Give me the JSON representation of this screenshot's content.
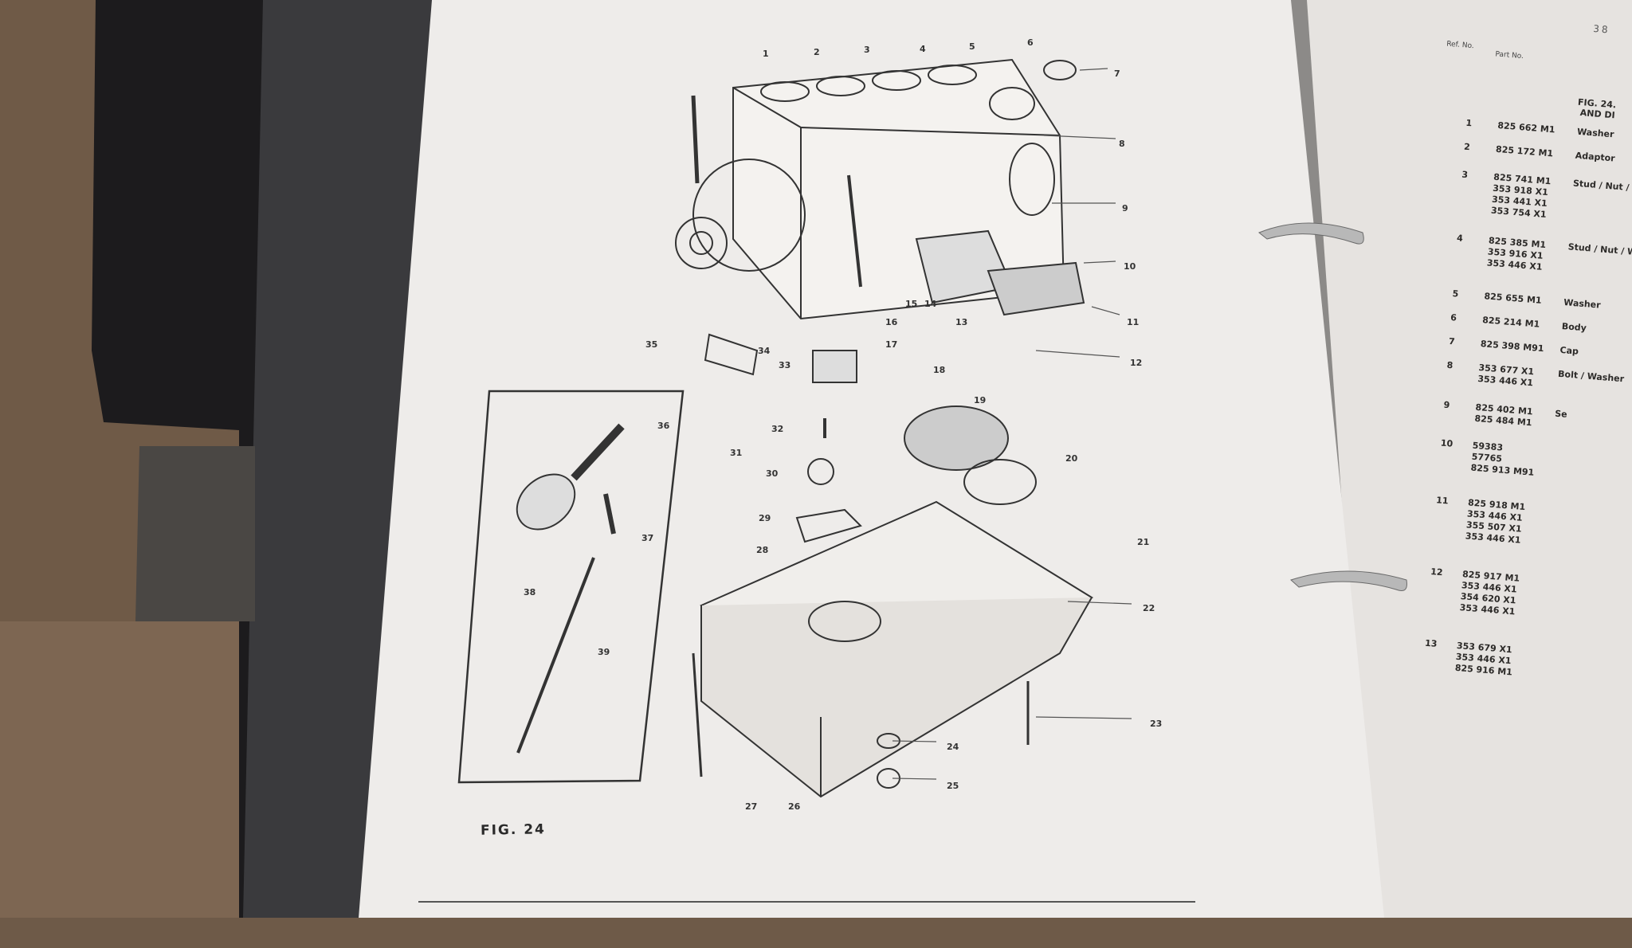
{
  "left_page": {
    "figure_label": "FIG. 24",
    "callouts": [
      "1",
      "2",
      "3",
      "4",
      "5",
      "6",
      "7",
      "8",
      "9",
      "10",
      "11",
      "12",
      "13",
      "14",
      "15",
      "16",
      "17",
      "18",
      "19",
      "20",
      "21",
      "22",
      "23",
      "24",
      "25",
      "26",
      "27",
      "28",
      "29",
      "30",
      "31",
      "32",
      "33",
      "34",
      "35",
      "36",
      "37",
      "38",
      "39"
    ]
  },
  "right_page": {
    "page_number": "38",
    "headers": {
      "ref": "Ref. No.",
      "part": "Part No."
    },
    "figure_title": "FIG. 24.\n AND DI",
    "rows": [
      {
        "ref": "1",
        "parts": [
          "825 662 M1"
        ],
        "desc": "Washer"
      },
      {
        "ref": "2",
        "parts": [
          "825 172 M1"
        ],
        "desc": "Adaptor"
      },
      {
        "ref": "3",
        "parts": [
          "825 741 M1",
          "353 918 X1",
          "353 441 X1",
          "353 754 X1"
        ],
        "desc": "Stud / Nut / Washer"
      },
      {
        "ref": "4",
        "parts": [
          "825 385 M1",
          "353 916 X1",
          "353 446 X1"
        ],
        "desc": "Stud / Nut / Washer"
      },
      {
        "ref": "5",
        "parts": [
          "825 655 M1"
        ],
        "desc": "Washer"
      },
      {
        "ref": "6",
        "parts": [
          "825 214 M1"
        ],
        "desc": "Body"
      },
      {
        "ref": "7",
        "parts": [
          "825 398 M91"
        ],
        "desc": "Cap"
      },
      {
        "ref": "8",
        "parts": [
          "353 677 X1",
          "353 446 X1"
        ],
        "desc": "Bolt / Washer"
      },
      {
        "ref": "9",
        "parts": [
          "825 402 M1",
          "825 484 M1"
        ],
        "desc": "Se"
      },
      {
        "ref": "10",
        "parts": [
          "59383",
          "57765",
          "825 913 M91"
        ],
        "desc": ""
      },
      {
        "ref": "11",
        "parts": [
          "825 918 M1",
          "353 446 X1",
          "355 507 X1",
          "353 446 X1"
        ],
        "desc": ""
      },
      {
        "ref": "12",
        "parts": [
          "825 917 M1",
          "353 446 X1",
          "354 620 X1",
          "353 446 X1"
        ],
        "desc": ""
      },
      {
        "ref": "13",
        "parts": [
          "353 679 X1",
          "353 446 X1",
          "825 916 M1"
        ],
        "desc": ""
      }
    ]
  },
  "colors": {
    "paper": "#eeecea",
    "ink": "#2c2a28",
    "binder": "#1b1a1c",
    "ring": "#b9b9b9",
    "wood": "#7a6048"
  }
}
